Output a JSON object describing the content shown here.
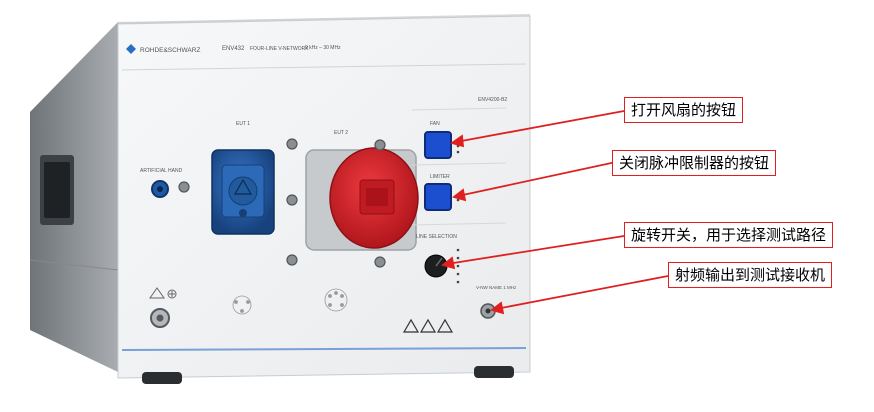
{
  "device": {
    "brand": "ROHDE&SCHWARZ",
    "model": "ENV432",
    "description": "FOUR-LINE V-NETWORK",
    "frequency_range": "9 kHz – 30 MHz",
    "model_tag": "ENV4200-B2",
    "eut1_label": "EUT 1",
    "eut2_label": "EUT 2",
    "artificial_hand_label": "ARTIFICIAL\nHAND",
    "fan_label": "FAN",
    "limiter_label": "LIMITER",
    "line_selection_label": "LINE SELECTION",
    "rf_output_label": "V-NW NAME 1 MHz"
  },
  "callouts": [
    {
      "id": "fan-button",
      "text": "打开风扇的按钮"
    },
    {
      "id": "limiter-button",
      "text": "关闭脉冲限制器的按钮"
    },
    {
      "id": "rotary-switch",
      "text": "旋转开关，用于选择测试路径"
    },
    {
      "id": "rf-output",
      "text": "射频输出到测试接收机"
    }
  ],
  "colors": {
    "accent_red": "#e02020",
    "button_blue": "#1c4fd0",
    "socket_red": "#d8232a",
    "socket_blue": "#1f5aa8",
    "panel": "#f3f4f5"
  },
  "icons": [
    "warning-triangle-icon",
    "ground-icon",
    "brand-logo-icon"
  ]
}
